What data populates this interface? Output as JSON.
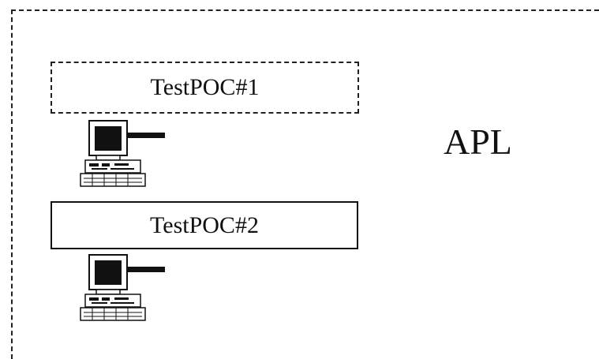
{
  "diagram": {
    "container_label": "APL",
    "nodes": [
      {
        "label": "TestPOC#1",
        "border": "dashed",
        "icon": "computer-icon"
      },
      {
        "label": "TestPOC#2",
        "border": "solid",
        "icon": "computer-icon"
      }
    ]
  }
}
